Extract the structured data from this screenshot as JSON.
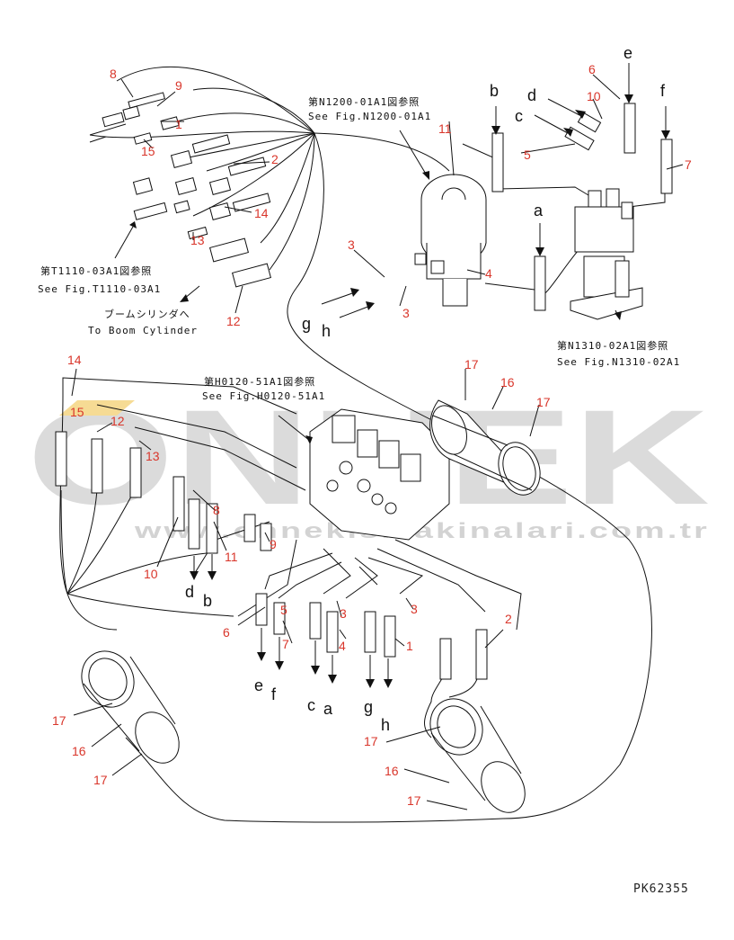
{
  "watermark": {
    "logo_text": "ONNEK",
    "url": "www.onnekismakinalari.com.tr"
  },
  "references": {
    "n1200_jp": "第N1200-01A1図参照",
    "n1200_en": "See Fig.N1200-01A1",
    "t1110_jp": "第T1110-03A1図参照",
    "t1110_en": "See Fig.T1110-03A1",
    "boom_jp": "ブームシリンダへ",
    "boom_en": "To Boom Cylinder",
    "h0120_jp": "第H0120-51A1図参照",
    "h0120_en": "See Fig.H0120-51A1",
    "n1310_jp": "第N1310-02A1図参照",
    "n1310_en": "See Fig.N1310-02A1"
  },
  "part_numbers": [
    "1",
    "2",
    "3",
    "4",
    "5",
    "6",
    "7",
    "8",
    "9",
    "10",
    "11",
    "12",
    "13",
    "14",
    "15",
    "16",
    "17"
  ],
  "connection_letters": [
    "a",
    "b",
    "c",
    "d",
    "e",
    "f",
    "g",
    "h"
  ],
  "drawing_code": "PK62355",
  "colors": {
    "line": "#111111",
    "part_number": "#d9362b",
    "watermark": "#d8d8d8"
  }
}
